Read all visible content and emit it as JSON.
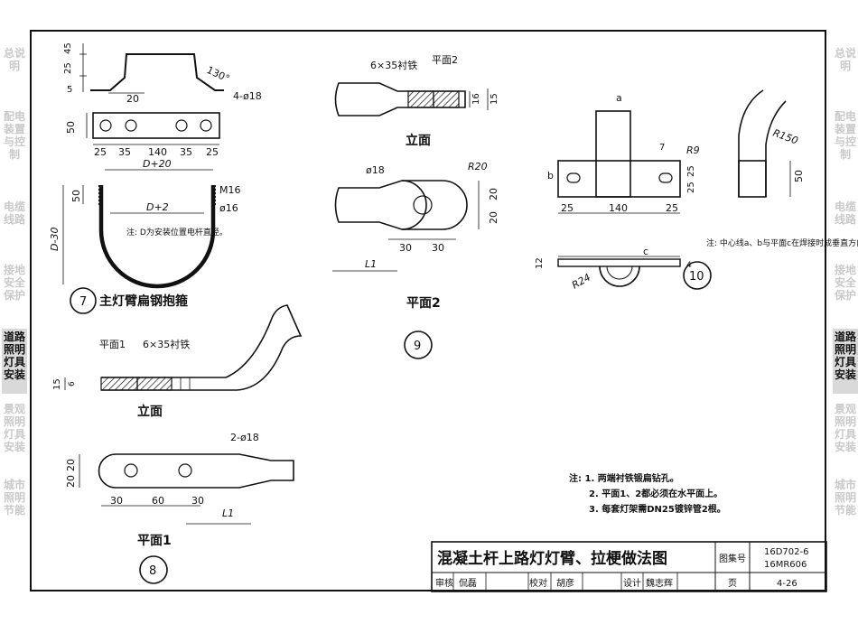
{
  "side_tabs": [
    {
      "label": "总说明",
      "active": false
    },
    {
      "label": "配电装置与控制",
      "active": false
    },
    {
      "label": "电缆线路",
      "active": false
    },
    {
      "label": "接地安全保护",
      "active": false
    },
    {
      "label": "道路照明灯具安装",
      "active": true
    },
    {
      "label": "景观照明灯具安装",
      "active": false
    },
    {
      "label": "城市照明节能",
      "active": false
    }
  ],
  "fig7": {
    "number": "7",
    "caption": "主灯臂扁钢抱箍",
    "dims_top": [
      "5",
      "25",
      "45",
      "20",
      "130°"
    ],
    "hole_label": "4-ø18",
    "dim_50": "50",
    "dims_bottom": [
      "25",
      "35",
      "140",
      "35",
      "25"
    ],
    "dim_d20": "D+20",
    "dim_d2": "D+2",
    "dim_d30": "D-30",
    "dim_50b": "50",
    "bolt": "M16",
    "rod": "ø16",
    "note": "注: D为安装位置电杆直径。"
  },
  "fig8": {
    "number": "8",
    "elevation_label": "立面",
    "plan_label": "平面1",
    "callout_plane": "平面1",
    "callout_iron": "6×35衬铁",
    "dim_15": "15",
    "dim_6": "6",
    "holes": "2-ø18",
    "dim_20a": "20",
    "dim_20b": "20",
    "dims": [
      "30",
      "60",
      "30"
    ],
    "L1": "L1"
  },
  "fig9": {
    "number": "9",
    "elevation_label": "立面",
    "plan_label": "平面2",
    "callout_iron": "6×35衬铁",
    "callout_plane": "平面2",
    "dim_16": "16",
    "dim_15": "15",
    "hole": "ø18",
    "radius": "R20",
    "dim_20a": "20",
    "dim_20b": "20",
    "dims": [
      "30",
      "30"
    ],
    "L1": "L1"
  },
  "fig10": {
    "number": "10",
    "label_a": "a",
    "label_b": "b",
    "label_c": "c",
    "dim_7": "7",
    "r9": "R9",
    "dim_25a": "25",
    "dim_25b": "25",
    "dims": [
      "25",
      "140",
      "25"
    ],
    "dim_12": "12",
    "dim_4": "4",
    "r24": "R24",
    "r150": "R150",
    "dim_50": "50",
    "note": "注: 中心线a、b与平面c在焊接时成垂直方向。"
  },
  "notes": [
    "注: 1. 两端衬铁锻扁钻孔。",
    "2. 平面1、2都必须在水平面上。",
    "3. 每套灯架需DN25镀锌管2根。"
  ],
  "title_block": {
    "title": "混凝土杆上路灯灯臂、拉梗做法图",
    "atlas_label": "图集号",
    "atlas_no_1": "16D702-6",
    "atlas_no_2": "16MR606",
    "review_label": "审核",
    "reviewer": "侃磊",
    "check_label": "校对",
    "checker": "胡彦",
    "design_label": "设计",
    "designer": "魏志辉",
    "page_label": "页",
    "page_no": "4-26"
  }
}
